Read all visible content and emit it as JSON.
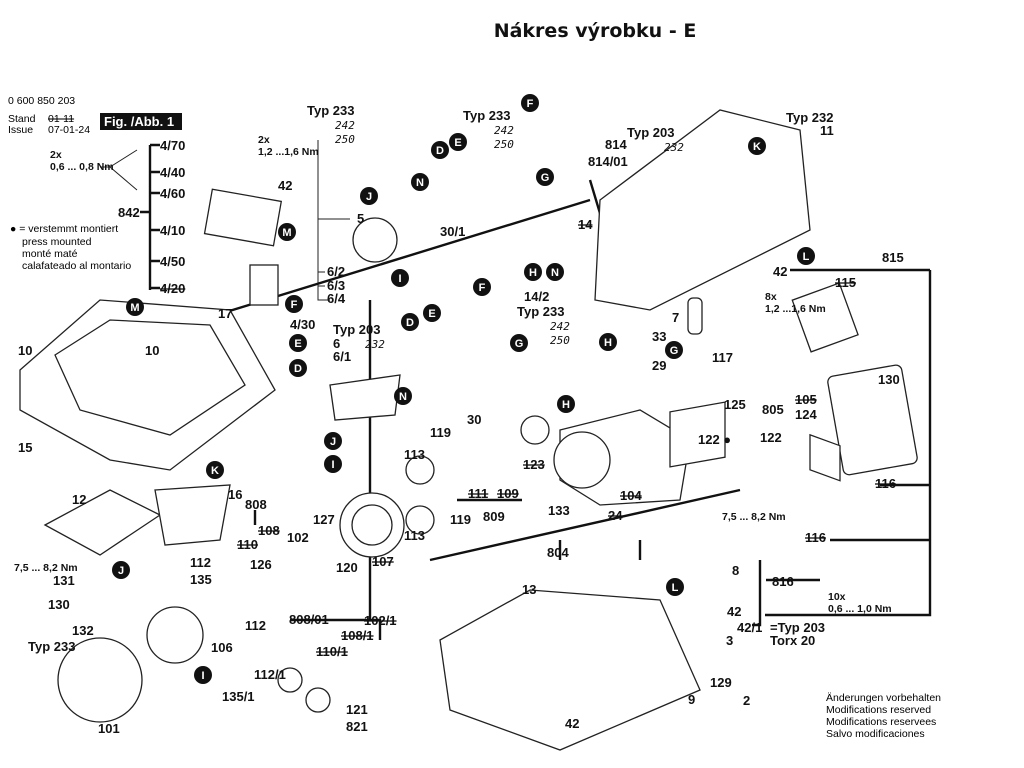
{
  "title": "Nákres výrobku - E",
  "header": {
    "part_number": "0 600 850 203",
    "stand_label": "Stand",
    "issue_label": "Issue",
    "stand_value": "01-11",
    "issue_value": "07-01-24",
    "figure": "Fig. /Abb. 1"
  },
  "legend": [
    "● = verstemmt montiert",
    "press mounted",
    "monté maté",
    "calafateado al montario"
  ],
  "notes": [
    "Änderungen vorbehalten",
    "Modifications reserved",
    "Modifications reservees",
    "Salvo modificaciones"
  ],
  "labels": [
    "2x",
    "0,6 ... 0,8 Nm",
    "842",
    "4/70",
    "4/40",
    "4/60",
    "4/10",
    "4/50",
    "4/20",
    "2x",
    "1,2 ...1,6 Nm",
    "42",
    "17",
    "4/30",
    "10",
    "10",
    "15",
    "12",
    "16",
    "808",
    "108",
    "110",
    "127",
    "102",
    "126",
    "112",
    "135",
    "112",
    "106",
    "120",
    "107",
    "113",
    "113",
    "119",
    "119",
    "111",
    "109",
    "809",
    "123",
    "133",
    "104",
    "24",
    "7,5 ... 8,2 Nm",
    "804",
    "8",
    "816",
    "13",
    "42",
    "42/1",
    "=Typ 203",
    "Torx 20",
    "10x",
    "0,6 ... 1,0 Nm",
    "3",
    "129",
    "2",
    "9",
    "42",
    "7,5 ... 8,2 Nm",
    "131",
    "130",
    "132",
    "Typ 233",
    "101",
    "808/01",
    "102/1",
    "108/1",
    "110/1",
    "112/1",
    "135/1",
    "121",
    "821",
    "Typ 233",
    "242",
    "250",
    "5",
    "6/2",
    "6/3",
    "6/4",
    "30/1",
    "Typ 233",
    "242",
    "250",
    "Typ 203",
    "232",
    "814",
    "814/01",
    "14",
    "14/2",
    "Typ 233",
    "242",
    "250",
    "Typ 232",
    "11",
    "42",
    "8x",
    "1,2 ...1,6 Nm",
    "815",
    "115",
    "7",
    "33",
    "29",
    "117",
    "125",
    "130",
    "805",
    "105",
    "124",
    "122",
    "122 ●",
    "116",
    "116",
    "Typ 203",
    "232",
    "6",
    "6/1",
    "30"
  ],
  "callouts": [
    "M",
    "M",
    "F",
    "E",
    "D",
    "K",
    "J",
    "N",
    "D",
    "E",
    "F",
    "G",
    "I",
    "H",
    "N",
    "K",
    "L",
    "D",
    "E",
    "F",
    "G",
    "J",
    "N",
    "I",
    "H",
    "G",
    "H",
    "J",
    "I",
    "L"
  ]
}
